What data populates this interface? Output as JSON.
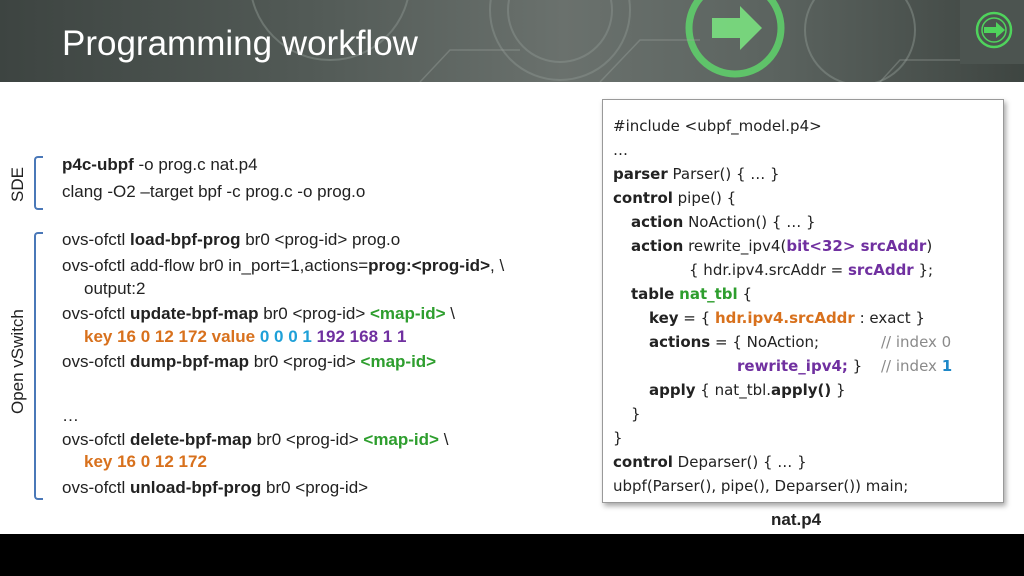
{
  "slide": {
    "title": "Programming workflow"
  },
  "labels": {
    "sde": "SDE",
    "ovs": "Open vSwitch"
  },
  "sde_lines": {
    "l1_cmd": "p4c-ubpf",
    "l1_rest": " -o prog.c nat.p4",
    "l2": "clang -O2 –target bpf -c prog.c -o prog.o"
  },
  "ovs_lines": {
    "l1_pre": "ovs-ofctl ",
    "l1_cmd": "load-bpf-prog",
    "l1_rest": " br0 <prog-id> prog.o",
    "l2_pre": "ovs-ofctl add-flow br0 in_port=1,actions=",
    "l2_bold": "prog:<prog-id>",
    "l2_rest": ", \\",
    "l3": "output:2",
    "l4_pre": "ovs-ofctl ",
    "l4_cmd": "update-bpf-map",
    "l4_mid": " br0 <prog-id> ",
    "l4_map": "<map-id>",
    "l4_rest": " \\",
    "l5_key": "key 16 0 12 172",
    "l5_value_kw": "value",
    "l5_value_a": "0 0 0 1",
    "l5_value_b": "192 168 1 1",
    "l6_pre": "ovs-ofctl ",
    "l6_cmd": "dump-bpf-map",
    "l6_mid": " br0 <prog-id> ",
    "l6_map": "<map-id>",
    "l7": "…",
    "l8_pre": "ovs-ofctl ",
    "l8_cmd": "delete-bpf-map",
    "l8_mid": " br0 <prog-id> ",
    "l8_map": "<map-id>",
    "l8_rest": " \\",
    "l9_key": "key 16 0 12 172",
    "l10_pre": "ovs-ofctl ",
    "l10_cmd": "unload-bpf-prog",
    "l10_rest": " br0 <prog-id>"
  },
  "code": {
    "l1": "#include <ubpf_model.p4>",
    "l2": "…",
    "l3_kw": "parser",
    "l3_rest": "  Parser() { … }",
    "l4_kw": "control",
    "l4_rest": " pipe() {",
    "l5_kw": "action",
    "l5_rest": " NoAction() { … }",
    "l6_kw": "action",
    "l6_rest": " rewrite_ipv4(",
    "l6_param": "bit<32> srcAddr",
    "l6_end": ")",
    "l7_pre": "{ hdr.ipv4.srcAddr = ",
    "l7_param": "srcAddr",
    "l7_end": " };",
    "l8_kw": "table",
    "l8_name": "nat_tbl",
    "l8_end": " {",
    "l9_kw": "key",
    "l9_pre": " = { ",
    "l9_field": "hdr.ipv4.srcAddr",
    "l9_end": " : exact }",
    "l10_kw": "actions",
    "l10_rest": " = { NoAction;",
    "l10_comment": "// index 0",
    "l11_act": "rewrite_ipv4;",
    "l11_rest": " }",
    "l11_comment": "// index ",
    "l11_num": "1",
    "l12_kw": "apply",
    "l12_pre": " { nat_tbl.",
    "l12_call": "apply()",
    "l12_end": " }",
    "l13": "}",
    "l14": "}",
    "l15_kw": "control",
    "l15_rest": " Deparser() { … }",
    "l16": "ubpf(Parser(), pipe(), Deparser()) main;"
  },
  "caption": "nat.p4",
  "colors": {
    "bracket": "#4a78b8",
    "green": "#2e9e2e",
    "orange": "#d8711d",
    "cyan": "#1ea0d8",
    "purple": "#7030a0"
  },
  "icons": {
    "banner_arrow": "arrow-circle-icon"
  }
}
